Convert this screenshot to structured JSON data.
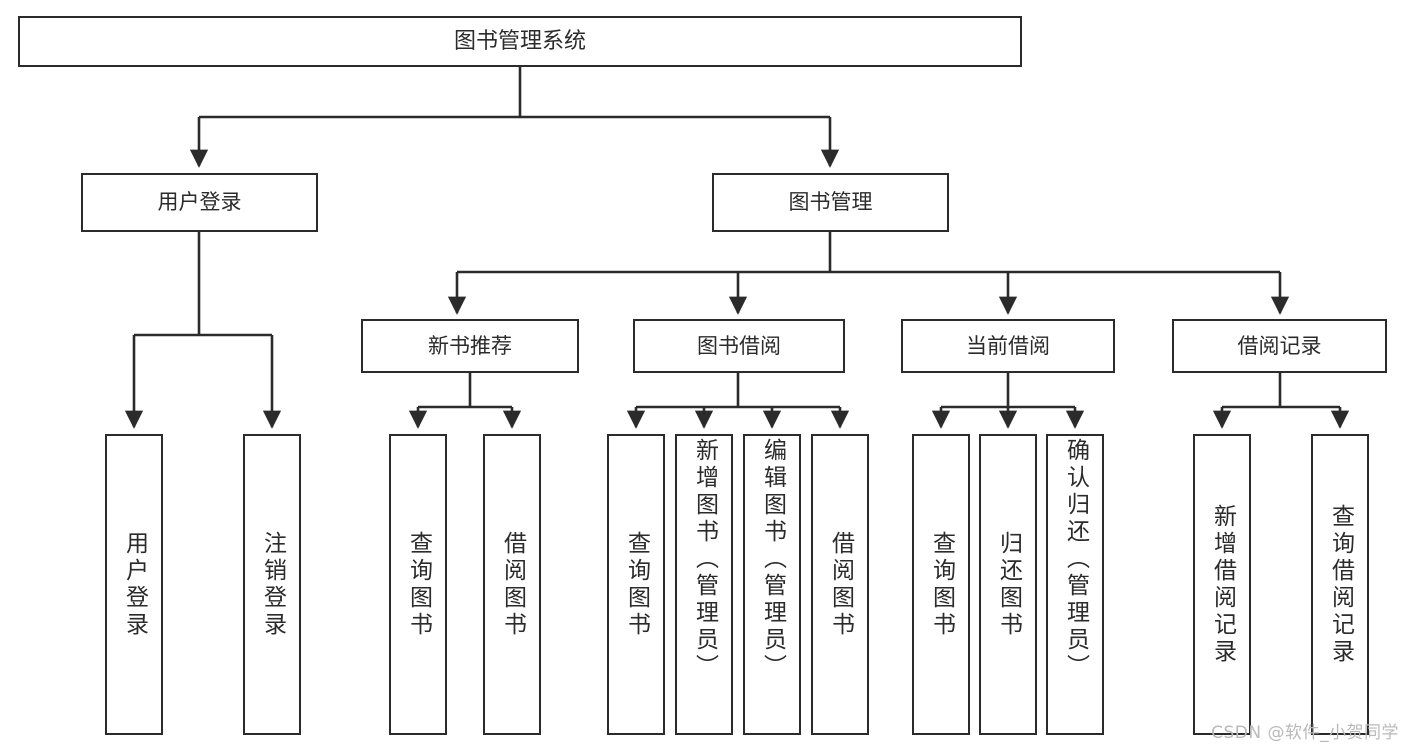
{
  "diagram": {
    "title": "图书管理系统",
    "type": "tree",
    "root": {
      "label": "图书管理系统"
    },
    "level1": [
      {
        "label": "用户登录"
      },
      {
        "label": "图书管理"
      }
    ],
    "level2": [
      {
        "label": "新书推荐"
      },
      {
        "label": "图书借阅"
      },
      {
        "label": "当前借阅"
      },
      {
        "label": "借阅记录"
      }
    ],
    "leaves": {
      "user_login": [
        {
          "label": "用户登录"
        },
        {
          "label": "注销登录"
        }
      ],
      "new_book_recommend": [
        {
          "label": "查询图书"
        },
        {
          "label": "借阅图书"
        }
      ],
      "book_borrow": [
        {
          "label": "查询图书"
        },
        {
          "label": "新增图书（管理员）"
        },
        {
          "label": "编辑图书（管理员）"
        },
        {
          "label": "借阅图书"
        }
      ],
      "current_borrow": [
        {
          "label": "查询图书"
        },
        {
          "label": "归还图书"
        },
        {
          "label": "确认归还（管理员）"
        }
      ],
      "borrow_record": [
        {
          "label": "新增借阅记录"
        },
        {
          "label": "查询借阅记录"
        }
      ]
    }
  },
  "watermark": {
    "text": "CSDN @软件_小贺同学"
  },
  "colors": {
    "stroke": "#2b2b2b",
    "background": "#ffffff",
    "text": "#2b2b2b",
    "watermark": "#b9b9b9"
  }
}
